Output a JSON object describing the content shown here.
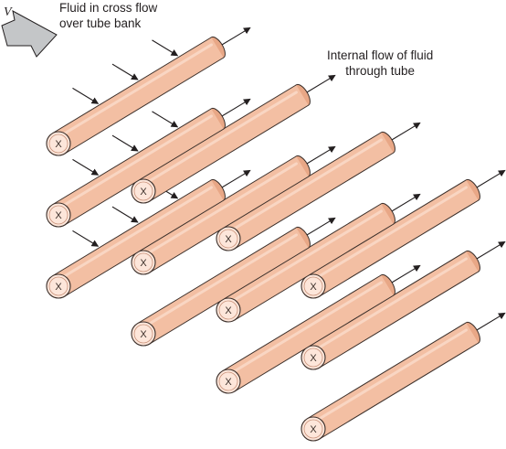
{
  "labels": {
    "velocity_symbol": "V",
    "cross_flow": [
      "Fluid in cross flow",
      "over tube bank"
    ],
    "internal_flow": [
      "Internal flow of fluid",
      "through tube"
    ]
  },
  "tube_symbol": "X",
  "tube_bank": {
    "rows": 3,
    "tubes_per_row": 4
  },
  "colors": {
    "tube_body": "#f3bfa3",
    "tube_face": "#fde6da",
    "tube_end": "#e8a786",
    "outline": "#3b2f2a",
    "arrow": "#231f20",
    "flow_arrow_fill": "#c4c6c8"
  }
}
